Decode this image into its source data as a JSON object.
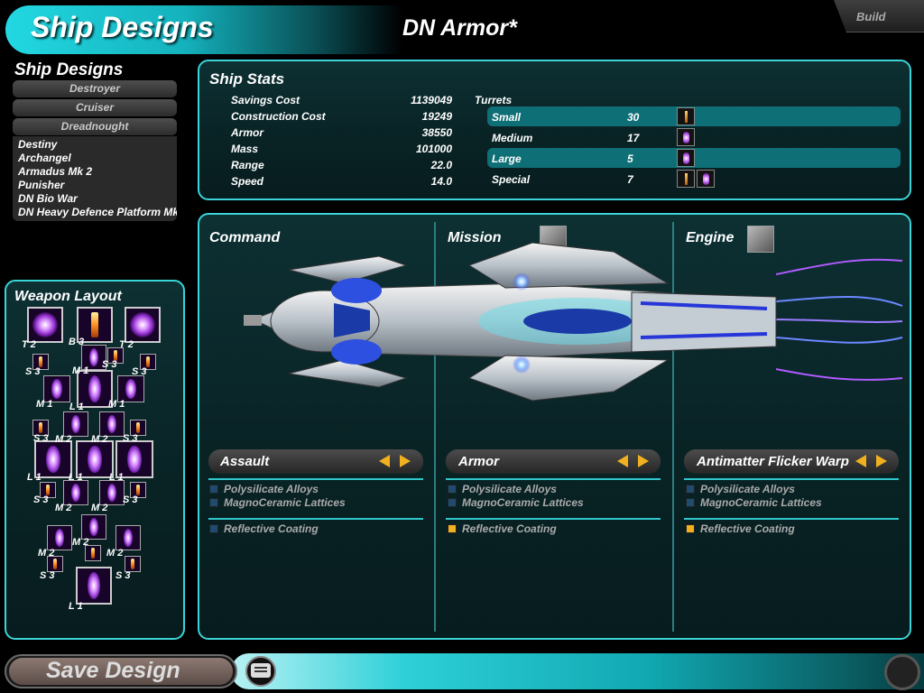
{
  "header": {
    "title": "Ship Designs",
    "design_name": "DN Armor*",
    "build_label": "Build"
  },
  "designs": {
    "title": "Ship Designs",
    "categories": [
      "Destroyer",
      "Cruiser",
      "Dreadnought"
    ],
    "items": [
      "Destiny",
      "Archangel",
      "Armadus Mk 2",
      "Punisher",
      "DN Bio War",
      "DN Heavy Defence Platform Mk"
    ]
  },
  "stats": {
    "title": "Ship Stats",
    "rows": [
      {
        "label": "Savings Cost",
        "value": "1139049"
      },
      {
        "label": "Construction Cost",
        "value": "19249"
      },
      {
        "label": "Armor",
        "value": "38550"
      },
      {
        "label": "Mass",
        "value": "101000"
      },
      {
        "label": "Range",
        "value": "22.0"
      },
      {
        "label": "Speed",
        "value": "14.0"
      }
    ],
    "turrets_title": "Turrets",
    "turrets": [
      {
        "label": "Small",
        "value": "30"
      },
      {
        "label": "Medium",
        "value": "17"
      },
      {
        "label": "Large",
        "value": "5"
      },
      {
        "label": "Special",
        "value": "7"
      }
    ]
  },
  "sections": [
    {
      "title": "Command",
      "system": "Assault",
      "options": [
        "Polysilicate Alloys",
        "MagnoCeramic Lattices",
        "Reflective Coating"
      ],
      "option_states": [
        false,
        false,
        false
      ]
    },
    {
      "title": "Mission",
      "system": "Armor",
      "options": [
        "Polysilicate Alloys",
        "MagnoCeramic Lattices",
        "Reflective Coating"
      ],
      "option_states": [
        false,
        false,
        true
      ]
    },
    {
      "title": "Engine",
      "system": "Antimatter Flicker Warp",
      "options": [
        "Polysilicate Alloys",
        "MagnoCeramic Lattices",
        "Reflective Coating"
      ],
      "option_states": [
        false,
        false,
        true
      ]
    }
  ],
  "weapon_layout": {
    "title": "Weapon Layout",
    "labels": [
      "T 2",
      "B 3",
      "T 2",
      "S 3",
      "M 1",
      "S 3",
      "S 3",
      "M 1",
      "L 1",
      "M 1",
      "S 3",
      "M 2",
      "M 2",
      "S 3",
      "L 1",
      "L 1",
      "L 1",
      "S 3",
      "M 2",
      "M 2",
      "S 3",
      "M 2",
      "M 2",
      "M 2",
      "S 3",
      "S 3",
      "L 1"
    ]
  },
  "footer": {
    "save_label": "Save Design"
  },
  "colors": {
    "accent": "#3bd4d8",
    "highlight": "#0f6f76",
    "option_on": "#f0b020",
    "option_off": "#1e4b6e"
  }
}
